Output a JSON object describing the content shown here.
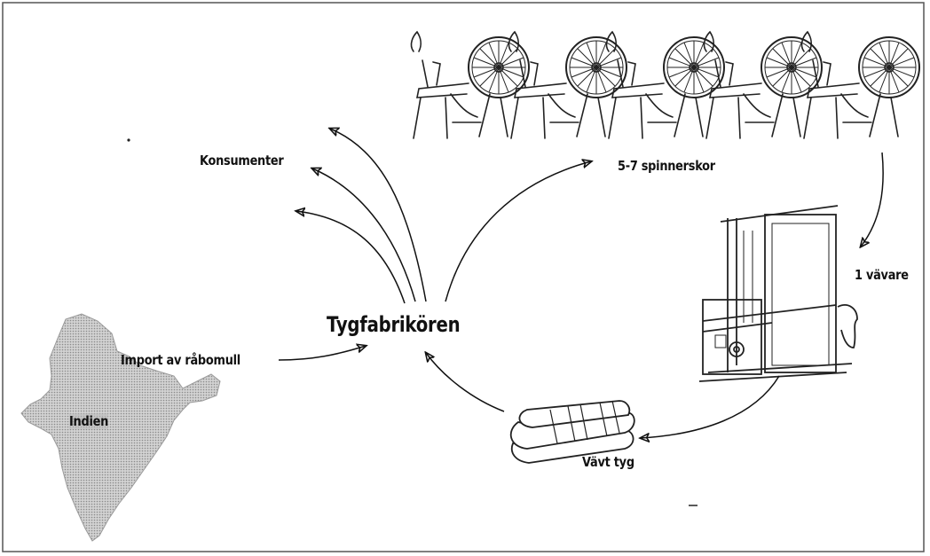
{
  "labels": {
    "center": "Tygfabrikören",
    "consumers": "Konsumenter",
    "spinners": "5-7 spinnerskor",
    "weaver": "1 vävare",
    "fabric": "Vävt tyg",
    "import": "Import av råbomull",
    "country": "Indien"
  },
  "colors": {
    "ink": "#111111",
    "frame": "#555555",
    "map_fill": "#b9b9b9"
  },
  "icons": {
    "spinning_wheel": "spinning-wheel-icon",
    "loom": "loom-icon",
    "fabric": "folded-fabric-icon",
    "map": "india-map-icon"
  }
}
